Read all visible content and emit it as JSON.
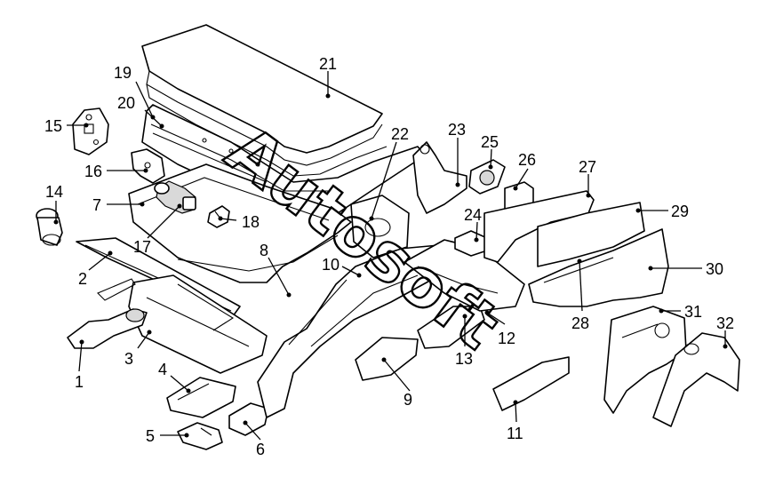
{
  "watermark": "Autosoft",
  "callouts": [
    {
      "id": "1",
      "label": "1"
    },
    {
      "id": "2",
      "label": "2"
    },
    {
      "id": "3",
      "label": "3"
    },
    {
      "id": "4",
      "label": "4"
    },
    {
      "id": "5",
      "label": "5"
    },
    {
      "id": "6",
      "label": "6"
    },
    {
      "id": "7",
      "label": "7"
    },
    {
      "id": "8",
      "label": "8"
    },
    {
      "id": "9",
      "label": "9"
    },
    {
      "id": "10",
      "label": "10"
    },
    {
      "id": "11",
      "label": "11"
    },
    {
      "id": "12",
      "label": "12"
    },
    {
      "id": "13",
      "label": "13"
    },
    {
      "id": "14",
      "label": "14"
    },
    {
      "id": "15",
      "label": "15"
    },
    {
      "id": "16",
      "label": "16"
    },
    {
      "id": "17",
      "label": "17"
    },
    {
      "id": "18",
      "label": "18"
    },
    {
      "id": "19",
      "label": "19"
    },
    {
      "id": "20",
      "label": "20"
    },
    {
      "id": "21",
      "label": "21"
    },
    {
      "id": "22",
      "label": "22"
    },
    {
      "id": "23",
      "label": "23"
    },
    {
      "id": "24",
      "label": "24"
    },
    {
      "id": "25",
      "label": "25"
    },
    {
      "id": "26",
      "label": "26"
    },
    {
      "id": "27",
      "label": "27"
    },
    {
      "id": "28",
      "label": "28"
    },
    {
      "id": "29",
      "label": "29"
    },
    {
      "id": "30",
      "label": "30"
    },
    {
      "id": "31",
      "label": "31"
    },
    {
      "id": "32",
      "label": "32"
    }
  ]
}
